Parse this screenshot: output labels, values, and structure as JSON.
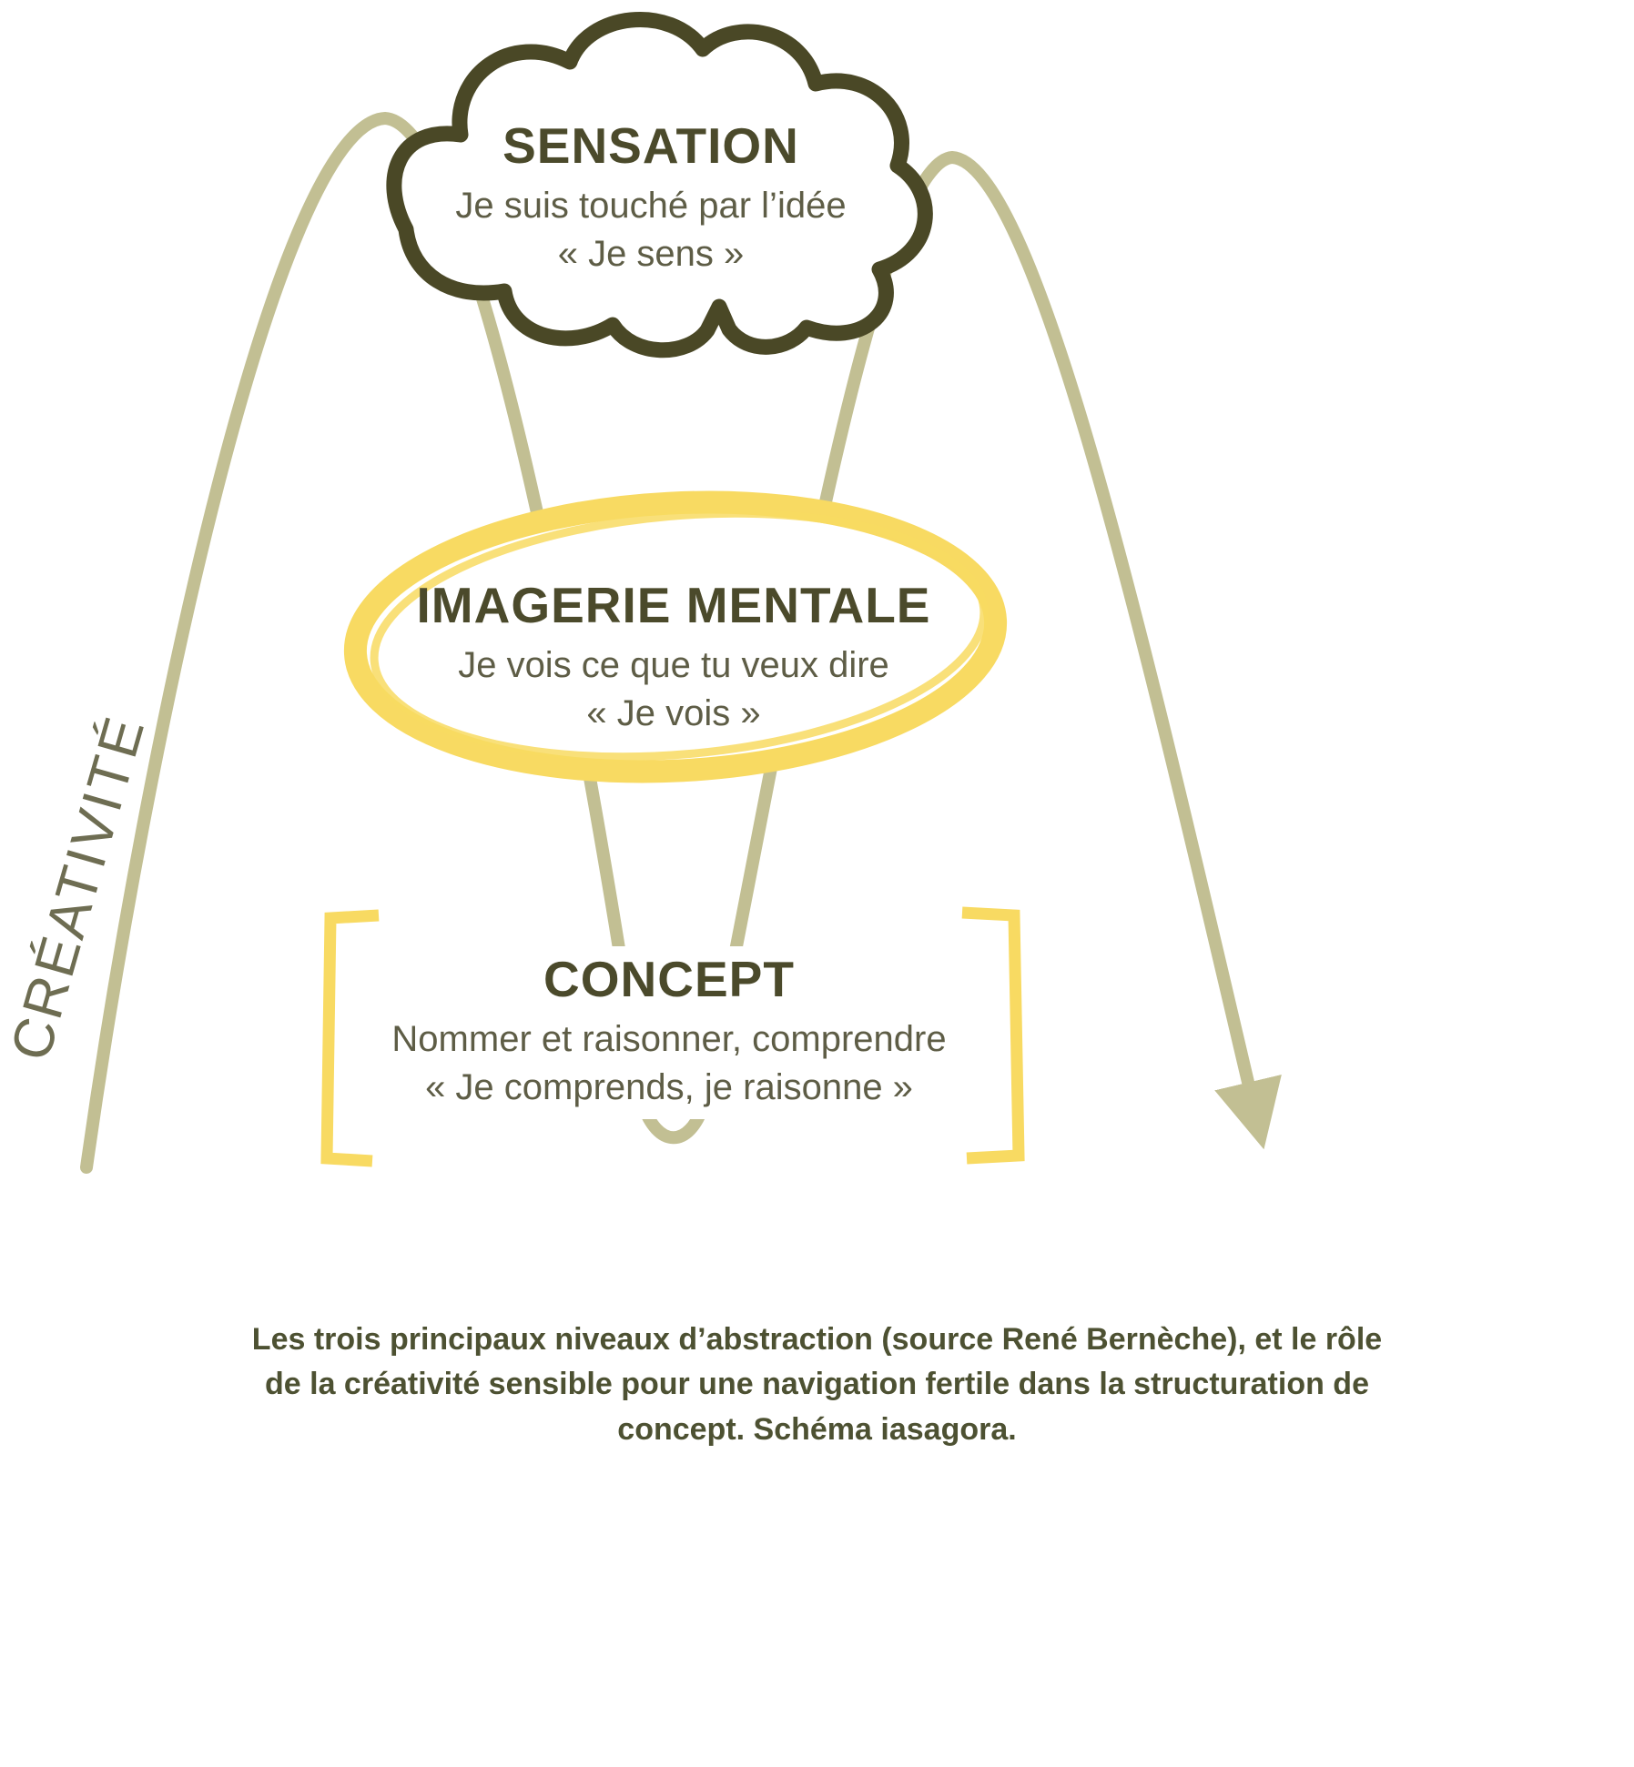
{
  "colors": {
    "cloud_stroke": "#4a4826",
    "title_text": "#4b4a2b",
    "body_text": "#5e5d46",
    "wave_line": "#c2bf93",
    "yellow": "#f8da62",
    "caption_text": "#4d5132",
    "creativity_text": "#6e6d52",
    "background": "#ffffff"
  },
  "nodes": {
    "sensation": {
      "title": "SENSATION",
      "subtitle1": "Je suis touché par l’idée",
      "subtitle2": "« Je sens »"
    },
    "imagerie": {
      "title": "IMAGERIE MENTALE",
      "subtitle1": "Je vois ce que tu veux dire",
      "subtitle2": "« Je vois »"
    },
    "concept": {
      "title": "CONCEPT",
      "subtitle1": "Nommer et raisonner, comprendre",
      "subtitle2": "« Je comprends, je raisonne »"
    }
  },
  "side_label": "CRÉATIVITÉ",
  "caption": {
    "lines": [
      "Les trois principaux niveaux d’abstraction (source René Bernèche), et le rôle",
      "de la créativité sensible pour une navigation fertile dans la structuration de",
      "concept. Schéma iasagora."
    ]
  }
}
